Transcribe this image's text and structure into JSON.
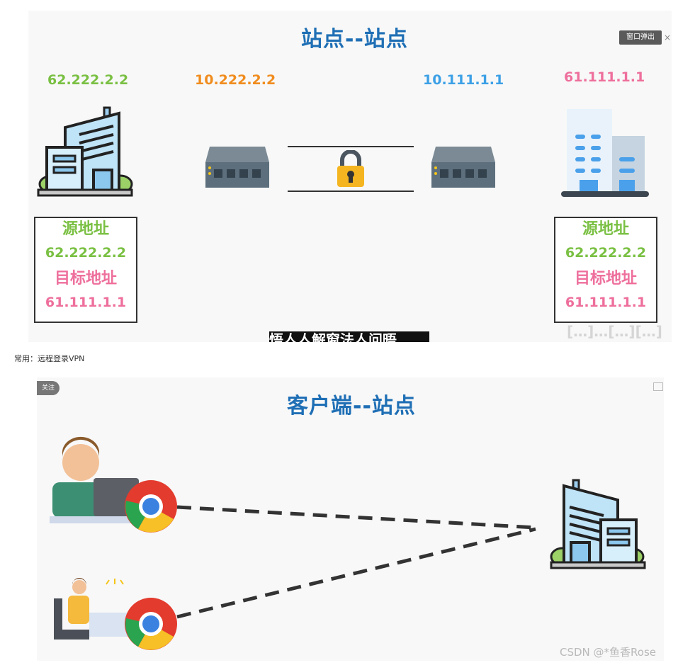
{
  "top_panel": {
    "title": "站点--站点",
    "popout_label": "窗口弹出",
    "popout_close": "×",
    "ip_left_site": "62.222.2.2",
    "ip_left_router": "10.222.2.2",
    "ip_right_router": "10.111.1.1",
    "ip_right_site": "61.111.1.1",
    "left_box": {
      "src_label": "源地址",
      "src_value": "62.222.2.2",
      "dst_label": "目标地址",
      "dst_value": "61.111.1.1"
    },
    "right_box": {
      "src_label": "源地址",
      "src_value": "62.222.2.2",
      "dst_label": "目标地址",
      "dst_value": "61.111.1.1"
    },
    "subtitle_partial": "悟亼亼解窗法亼问晤",
    "ghost_text": "[…]…[…][…]"
  },
  "caption": "常用：远程登录VPN",
  "bottom_panel": {
    "title": "客户端--站点",
    "follow_label": "关注"
  },
  "watermark": "CSDN @*鱼香Rose",
  "colors": {
    "title": "#1f6fb5",
    "green": "#7ac043",
    "orange": "#f08c1e",
    "blue": "#3ca0e6",
    "pink": "#ee6f9c"
  },
  "icons": [
    "office-building-icon",
    "router-icon",
    "lock-icon",
    "city-building-icon",
    "person-laptop-icon",
    "chrome-icon",
    "person-desk-icon"
  ]
}
